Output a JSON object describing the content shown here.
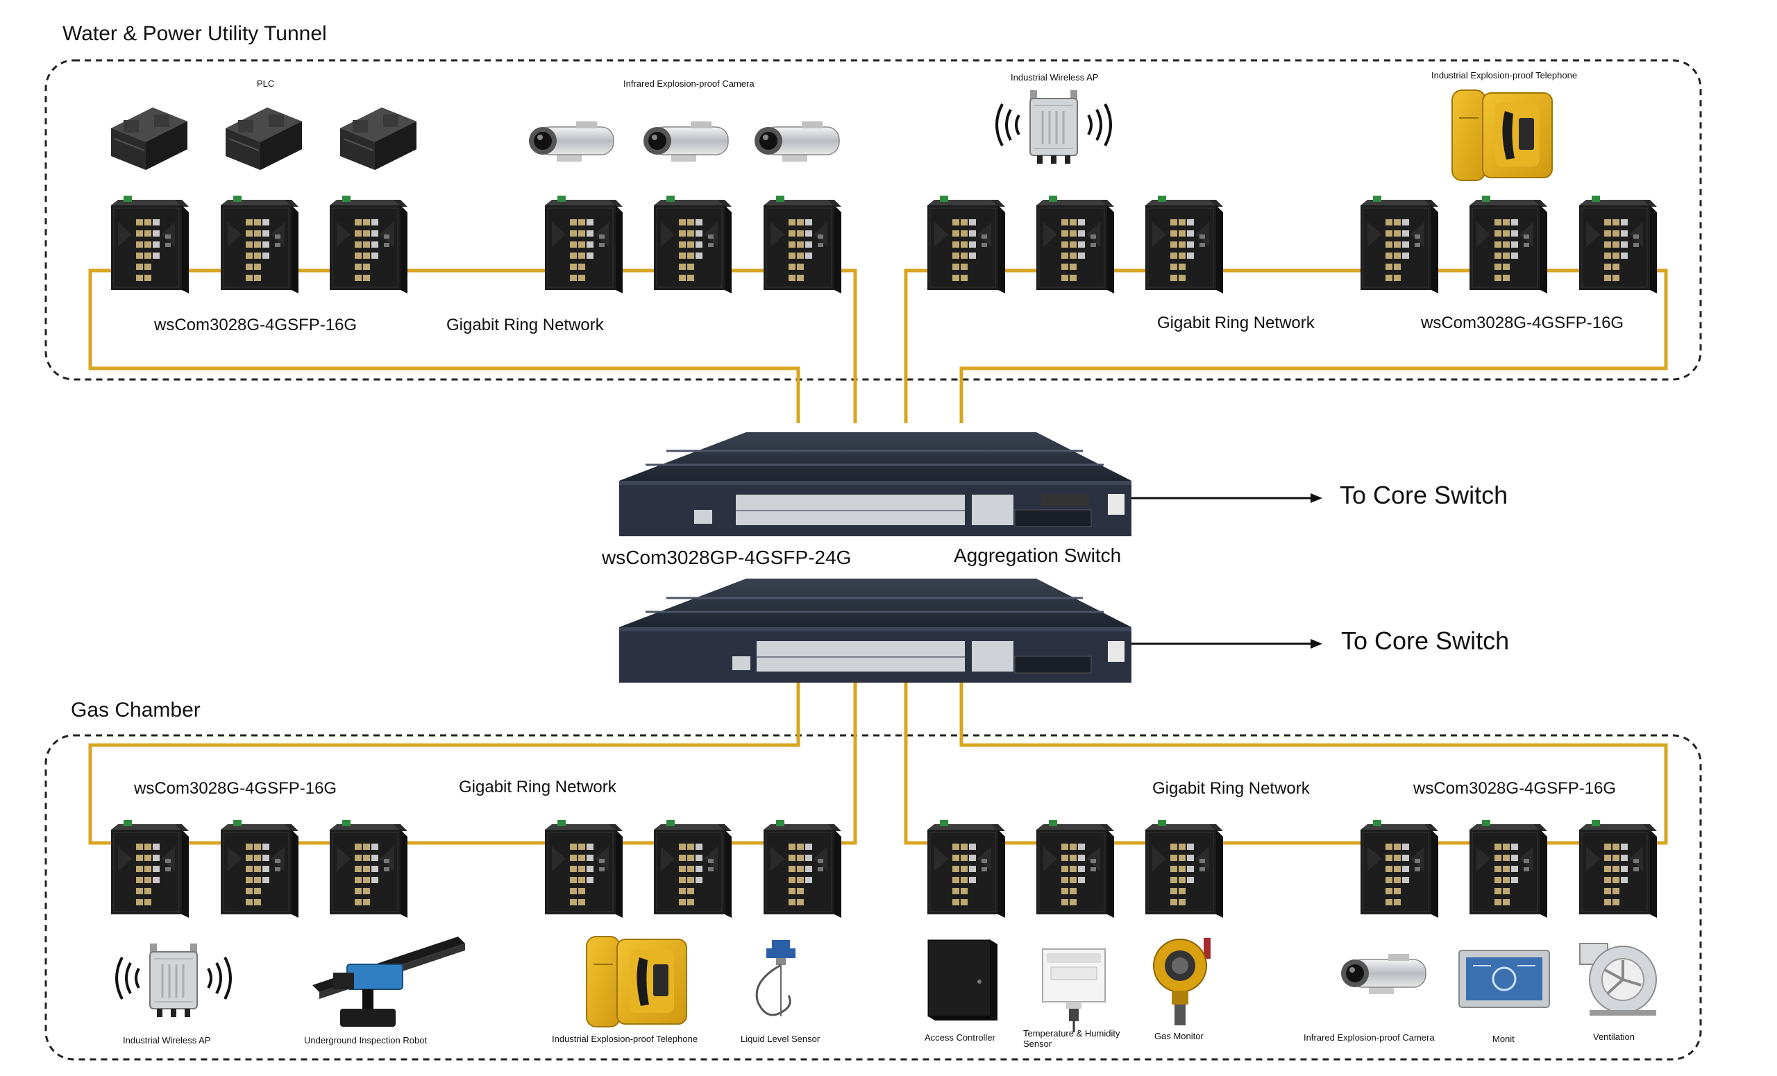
{
  "top_section": {
    "title": "Water & Power Utility Tunnel",
    "device_labels": [
      "PLC",
      "Infrared Explosion-proof Camera",
      "Industrial Wireless AP",
      "Industrial Explosion-proof Telephone"
    ],
    "left_model": "wsCom3028G-4GSFP-16G",
    "left_ring": "Gigabit Ring Network",
    "right_ring": "Gigabit Ring Network",
    "right_model": "wsCom3028G-4GSFP-16G"
  },
  "aggregation": {
    "model": "wsCom3028GP-4GSFP-24G",
    "role": "Aggregation Switch",
    "core_top": "To Core Switch",
    "core_bottom": "To Core Switch"
  },
  "bottom_section": {
    "title": "Gas Chamber",
    "left_model": "wsCom3028G-4GSFP-16G",
    "left_ring": "Gigabit Ring Network",
    "right_ring": "Gigabit Ring Network",
    "right_model": "wsCom3028G-4GSFP-16G",
    "device_labels": [
      "Industrial Wireless AP",
      "Underground Inspection Robot",
      "Industrial Explosion-proof Telephone",
      "Liquid Level Sensor",
      "Access Controller",
      "Temperature & Humidity Sensor",
      "Gas Monitor",
      "Infrared Explosion-proof Camera",
      "Monit",
      "Ventilation"
    ]
  },
  "colors": {
    "ring_line": "#D9A520",
    "switch_body": "#1c1c1c",
    "agg_body": "#2b3140",
    "frame": "#222222"
  }
}
